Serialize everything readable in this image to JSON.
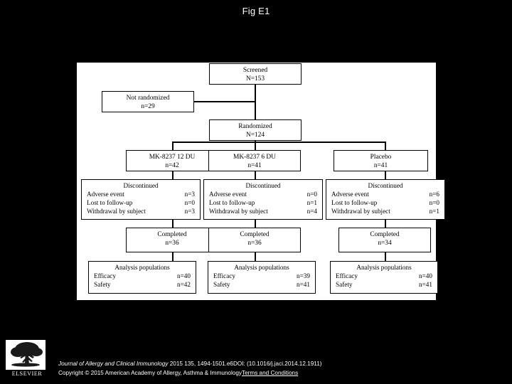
{
  "slide": {
    "title": "Fig E1",
    "background_color": "#000000",
    "canvas_color": "#ffffff",
    "text_color": "#ffffff"
  },
  "flowchart": {
    "screened": {
      "line1": "Screened",
      "line2": "N=153"
    },
    "not_randomized": {
      "line1": "Not randomized",
      "line2": "n=29"
    },
    "randomized": {
      "line1": "Randomized",
      "line2": "N=124"
    },
    "arms": [
      {
        "key": "mk8237-12du",
        "title": "MK-8237 12 DU",
        "count": "n=42",
        "discontinued": {
          "heading": "Discontinued",
          "rows": [
            {
              "label": "Adverse event",
              "value": "n=3"
            },
            {
              "label": "Lost to follow-up",
              "value": "n=0"
            },
            {
              "label": "Withdrawal by subject",
              "value": "n=3"
            }
          ]
        },
        "completed": {
          "line1": "Completed",
          "line2": "n=36"
        },
        "analysis": {
          "heading": "Analysis populations",
          "rows": [
            {
              "label": "Efficacy",
              "value": "n=40"
            },
            {
              "label": "Safety",
              "value": "n=42"
            }
          ]
        }
      },
      {
        "key": "mk8237-6du",
        "title": "MK-8237 6 DU",
        "count": "n=41",
        "discontinued": {
          "heading": "Discontinued",
          "rows": [
            {
              "label": "Adverse event",
              "value": "n=0"
            },
            {
              "label": "Lost to follow-up",
              "value": "n=1"
            },
            {
              "label": "Withdrawal by subject",
              "value": "n=4"
            }
          ]
        },
        "completed": {
          "line1": "Completed",
          "line2": "n=36"
        },
        "analysis": {
          "heading": "Analysis populations",
          "rows": [
            {
              "label": "Efficacy",
              "value": "n=39"
            },
            {
              "label": "Safety",
              "value": "n=41"
            }
          ]
        }
      },
      {
        "key": "placebo",
        "title": "Placebo",
        "count": "n=41",
        "discontinued": {
          "heading": "Discontinued",
          "rows": [
            {
              "label": "Adverse event",
              "value": "n=6"
            },
            {
              "label": "Lost to follow-up",
              "value": "n=0"
            },
            {
              "label": "Withdrawal by subject",
              "value": "n=1"
            }
          ]
        },
        "completed": {
          "line1": "Completed",
          "line2": "n=34"
        },
        "analysis": {
          "heading": "Analysis populations",
          "rows": [
            {
              "label": "Efficacy",
              "value": "n=40"
            },
            {
              "label": "Safety",
              "value": "n=41"
            }
          ]
        }
      }
    ]
  },
  "footer": {
    "citation_italic": "Journal of Allergy and Clinical Immunology",
    "citation_tail": " 2015 135, 1494-1501.e6DOI: (10.1016/j.jaci.2014.12.1911)",
    "copyright": "Copyright © 2015 American Academy of Allergy, Asthma & Immunology",
    "terms_link": "Terms and Conditions"
  },
  "logo": {
    "wordmark": "ELSEVIER"
  }
}
